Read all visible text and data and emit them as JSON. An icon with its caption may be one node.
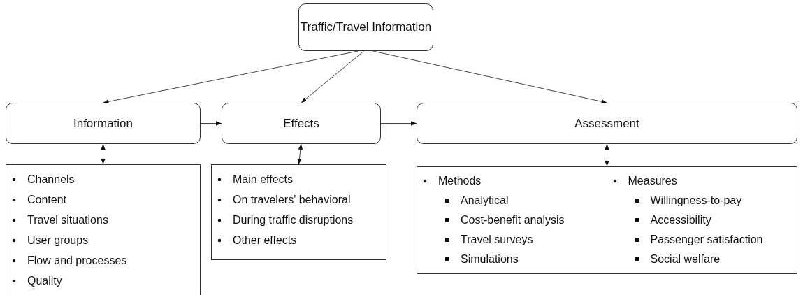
{
  "diagram": {
    "nodes": [
      {
        "text": [
          "Traffic/Travel Information"
        ]
      },
      {
        "text": [
          "Information"
        ]
      },
      {
        "text": [
          "Effects"
        ]
      },
      {
        "text": [
          "Assessment"
        ]
      },
      {
        "text": [
          "Channels",
          "Content",
          "Travel situations",
          "User groups",
          "Flow and processes",
          "Quality"
        ]
      },
      {
        "text": [
          "Main effects",
          "On travelers' behavioral",
          "During traffic disruptions",
          "Other effects"
        ]
      },
      {
        "text": [
          "Methods",
          "Analytical",
          "Cost-benefit analysis",
          "Travel surveys",
          "Simulations",
          "Measures",
          "Willingness-to-pay",
          "Accessibility",
          "Passenger satisfaction",
          "Social welfare"
        ]
      }
    ],
    "edges": [
      {
        "from": 0,
        "to": 1,
        "arrow": "to"
      },
      {
        "from": 0,
        "to": 2,
        "arrow": "to"
      },
      {
        "from": 0,
        "to": 3,
        "arrow": "to"
      },
      {
        "from": 1,
        "to": 2,
        "arrow": "to"
      },
      {
        "from": 2,
        "to": 3,
        "arrow": "to"
      },
      {
        "from": 1,
        "to": 4,
        "arrow": "both"
      },
      {
        "from": 2,
        "to": 5,
        "arrow": "both"
      },
      {
        "from": 3,
        "to": 6,
        "arrow": "both"
      }
    ]
  }
}
